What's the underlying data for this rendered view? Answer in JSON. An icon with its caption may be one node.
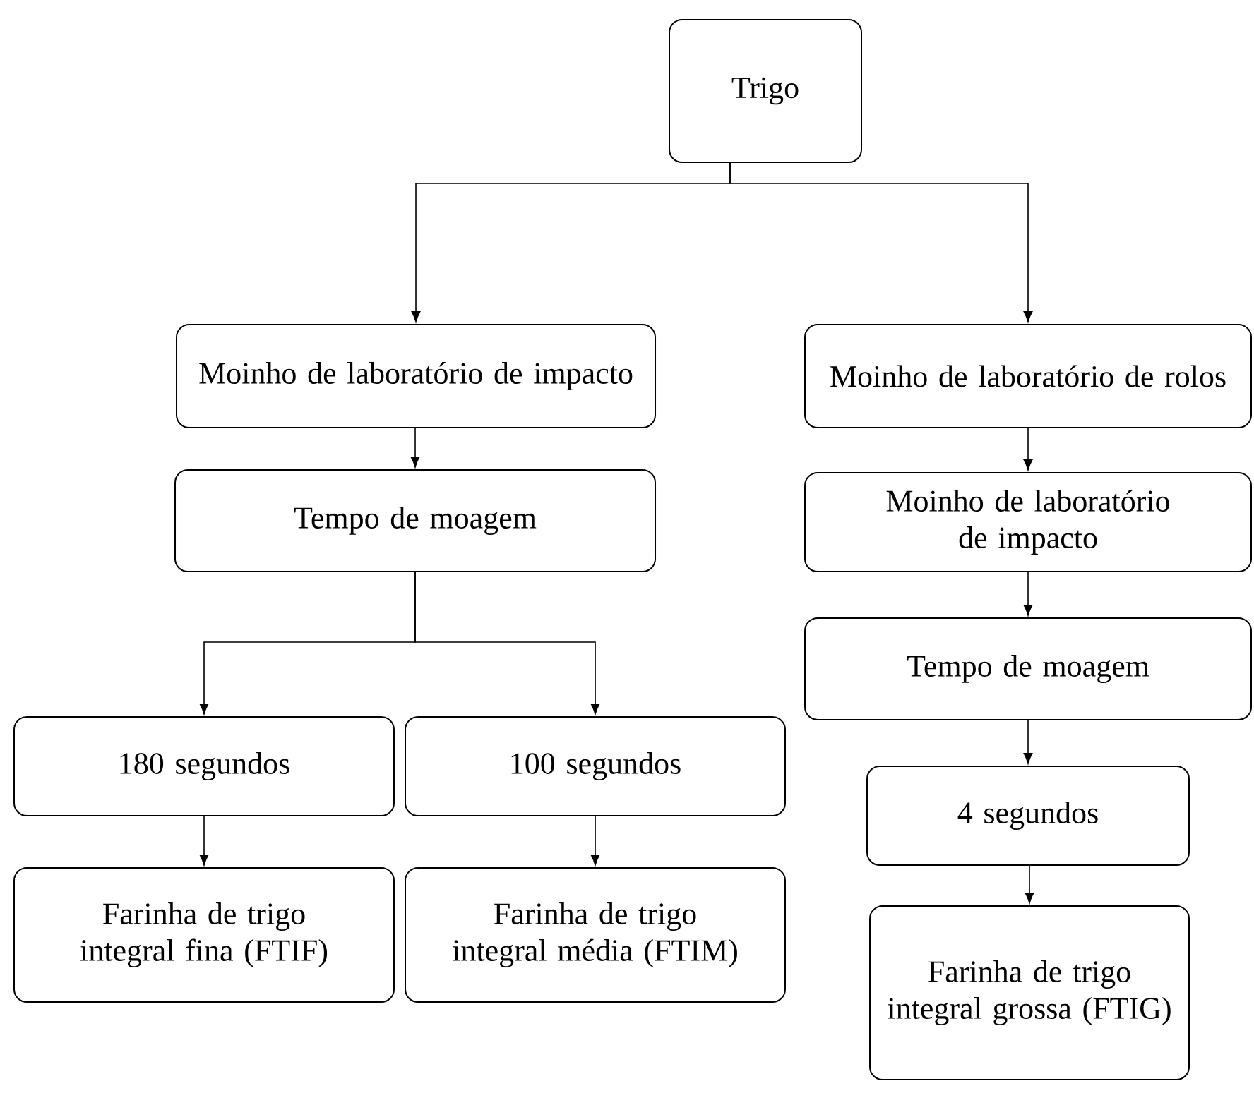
{
  "diagram": {
    "nodes": [
      {
        "text": [
          "Trigo"
        ]
      },
      {
        "text": [
          "Moinho de laboratório de impacto"
        ]
      },
      {
        "text": [
          "Tempo de moagem"
        ]
      },
      {
        "text": [
          "180 segundos"
        ]
      },
      {
        "text": [
          "100 segundos"
        ]
      },
      {
        "text": [
          "Farinha de trigo integral fina (FTIF)"
        ]
      },
      {
        "text": [
          "Farinha de trigo integral média (FTIM)"
        ]
      },
      {
        "text": [
          "Moinho de laboratório de rolos"
        ]
      },
      {
        "text": [
          "Moinho de laboratório de impacto"
        ]
      },
      {
        "text": [
          "Tempo de moagem"
        ]
      },
      {
        "text": [
          "4 segundos"
        ]
      },
      {
        "text": [
          "Farinha de trigo integral grossa (FTIG)"
        ]
      }
    ],
    "edges": [
      {
        "from": 0,
        "to": 1,
        "arrow": "to"
      },
      {
        "from": 0,
        "to": 7,
        "arrow": "to"
      },
      {
        "from": 1,
        "to": 2,
        "arrow": "to"
      },
      {
        "from": 2,
        "to": 3,
        "arrow": "to"
      },
      {
        "from": 2,
        "to": 4,
        "arrow": "to"
      },
      {
        "from": 3,
        "to": 5,
        "arrow": "to"
      },
      {
        "from": 4,
        "to": 6,
        "arrow": "to"
      },
      {
        "from": 7,
        "to": 8,
        "arrow": "to"
      },
      {
        "from": 8,
        "to": 9,
        "arrow": "to"
      },
      {
        "from": 9,
        "to": 10,
        "arrow": "to"
      },
      {
        "from": 10,
        "to": 11,
        "arrow": "to"
      }
    ]
  }
}
